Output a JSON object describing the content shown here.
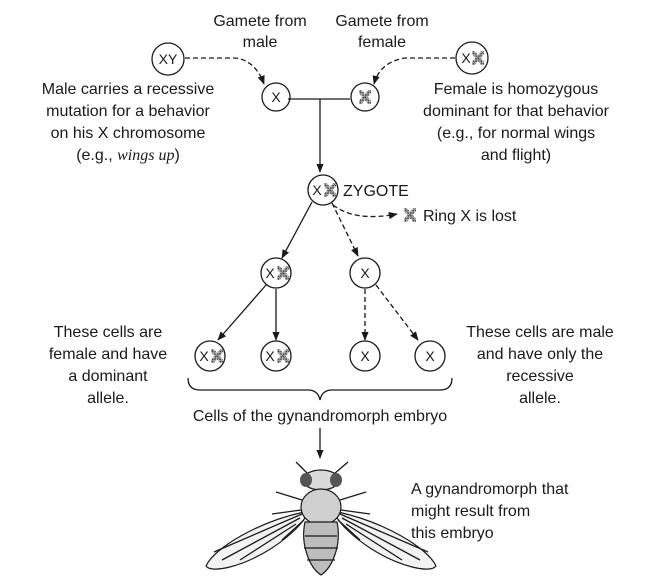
{
  "gametes": {
    "male_title_line1": "Gamete from",
    "male_title_line2": "male",
    "female_title_line1": "Gamete from",
    "female_title_line2": "female"
  },
  "male": {
    "genotype": "XY",
    "gamete": "X",
    "desc_line1": "Male carries a recessive",
    "desc_line2": "mutation for a behavior",
    "desc_line3": "on his X chromosome",
    "desc_line4_prefix": "(e.g., ",
    "desc_line4_italic": "wings up",
    "desc_line4_suffix": ")"
  },
  "female": {
    "genotype": "X",
    "gamete_ring_symbol": "ring-X",
    "desc_line1": "Female is homozygous",
    "desc_line2": "dominant for that behavior",
    "desc_line3": "(e.g., for normal wings",
    "desc_line4": "and flight)"
  },
  "zygote": {
    "genotype": "X",
    "label": "ZYGOTE",
    "lost_label": "Ring X is lost"
  },
  "mid_cells": {
    "left": "X",
    "right": "X"
  },
  "bottom_cells": {
    "c1": "X",
    "c2": "X",
    "c3": "X",
    "c4": "X"
  },
  "left_note": {
    "line1": "These cells are",
    "line2": "female and have",
    "line3": "a dominant",
    "line4": "allele."
  },
  "right_note": {
    "line1": "These cells are male",
    "line2": "and have only the",
    "line3": "recessive",
    "line4": "allele."
  },
  "embryo_label": "Cells of the gynandromorph embryo",
  "result": {
    "line1": "A gynandromorph that",
    "line2": "might result from",
    "line3": "this embryo"
  },
  "colors": {
    "ink": "#1a1a1a",
    "ring_chromosome": "#888888"
  }
}
